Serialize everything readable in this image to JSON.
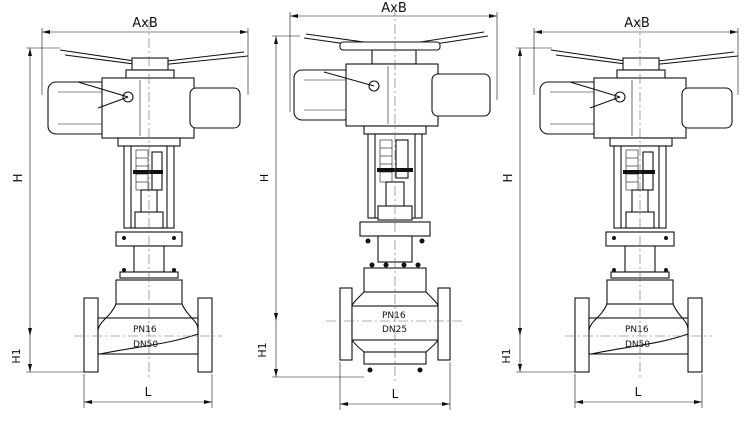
{
  "drawings": [
    {
      "name": "valve-left",
      "dims": {
        "width": "AxB",
        "height": "H",
        "height_base": "H1",
        "length": "L"
      },
      "body_marks": {
        "pressure": "PN16",
        "size": "DN50"
      }
    },
    {
      "name": "valve-center",
      "dims": {
        "width": "AxB",
        "height": "H",
        "height_base": "H1",
        "length": "L"
      },
      "body_marks": {
        "pressure": "PN16",
        "size": "DN25"
      }
    },
    {
      "name": "valve-right",
      "dims": {
        "width": "AxB",
        "height": "H",
        "height_base": "H1",
        "length": "L"
      },
      "body_marks": {
        "pressure": "PN16",
        "size": "DN50"
      }
    }
  ],
  "colors": {
    "line": "#111111",
    "background": "#ffffff",
    "centerline": "#666666"
  }
}
